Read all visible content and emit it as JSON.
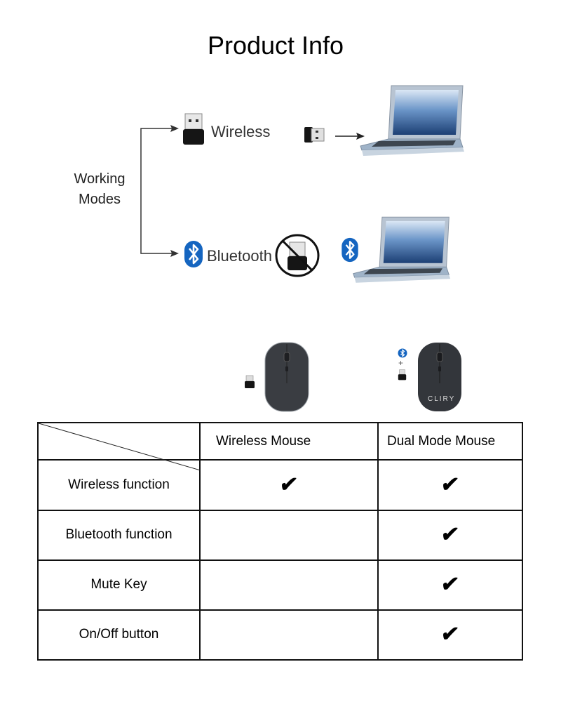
{
  "title": "Product Info",
  "working_modes": {
    "label_line1": "Working",
    "label_line2": "Modes",
    "modes": [
      {
        "name": "Wireless",
        "icon": "usb-receiver-icon",
        "target_icon": "laptop-icon"
      },
      {
        "name": "Bluetooth",
        "icon": "bluetooth-icon",
        "note_icon": "no-receiver-icon",
        "target_icon": "laptop-icon"
      }
    ]
  },
  "products": [
    {
      "name": "Wireless Mouse",
      "accessories": [
        "usb-receiver"
      ]
    },
    {
      "name": "Dual Mode Mouse",
      "accessories": [
        "bluetooth",
        "+",
        "usb-receiver"
      ],
      "brand": "CLIRY",
      "plus": "+"
    }
  ],
  "table": {
    "columns": [
      "",
      "Wireless Mouse",
      "Dual Mode Mouse"
    ],
    "rows": [
      {
        "feature": "Wireless function",
        "wireless_mouse": "✔",
        "dual_mode_mouse": "✔"
      },
      {
        "feature": "Bluetooth function",
        "wireless_mouse": "",
        "dual_mode_mouse": "✔"
      },
      {
        "feature": "Mute Key",
        "wireless_mouse": "",
        "dual_mode_mouse": "✔"
      },
      {
        "feature": "On/Off button",
        "wireless_mouse": "",
        "dual_mode_mouse": "✔"
      }
    ]
  },
  "colors": {
    "bluetooth_blue": "#1565c0",
    "mouse_body": "#3a3d42",
    "laptop_screen": "#2c5f9e"
  }
}
